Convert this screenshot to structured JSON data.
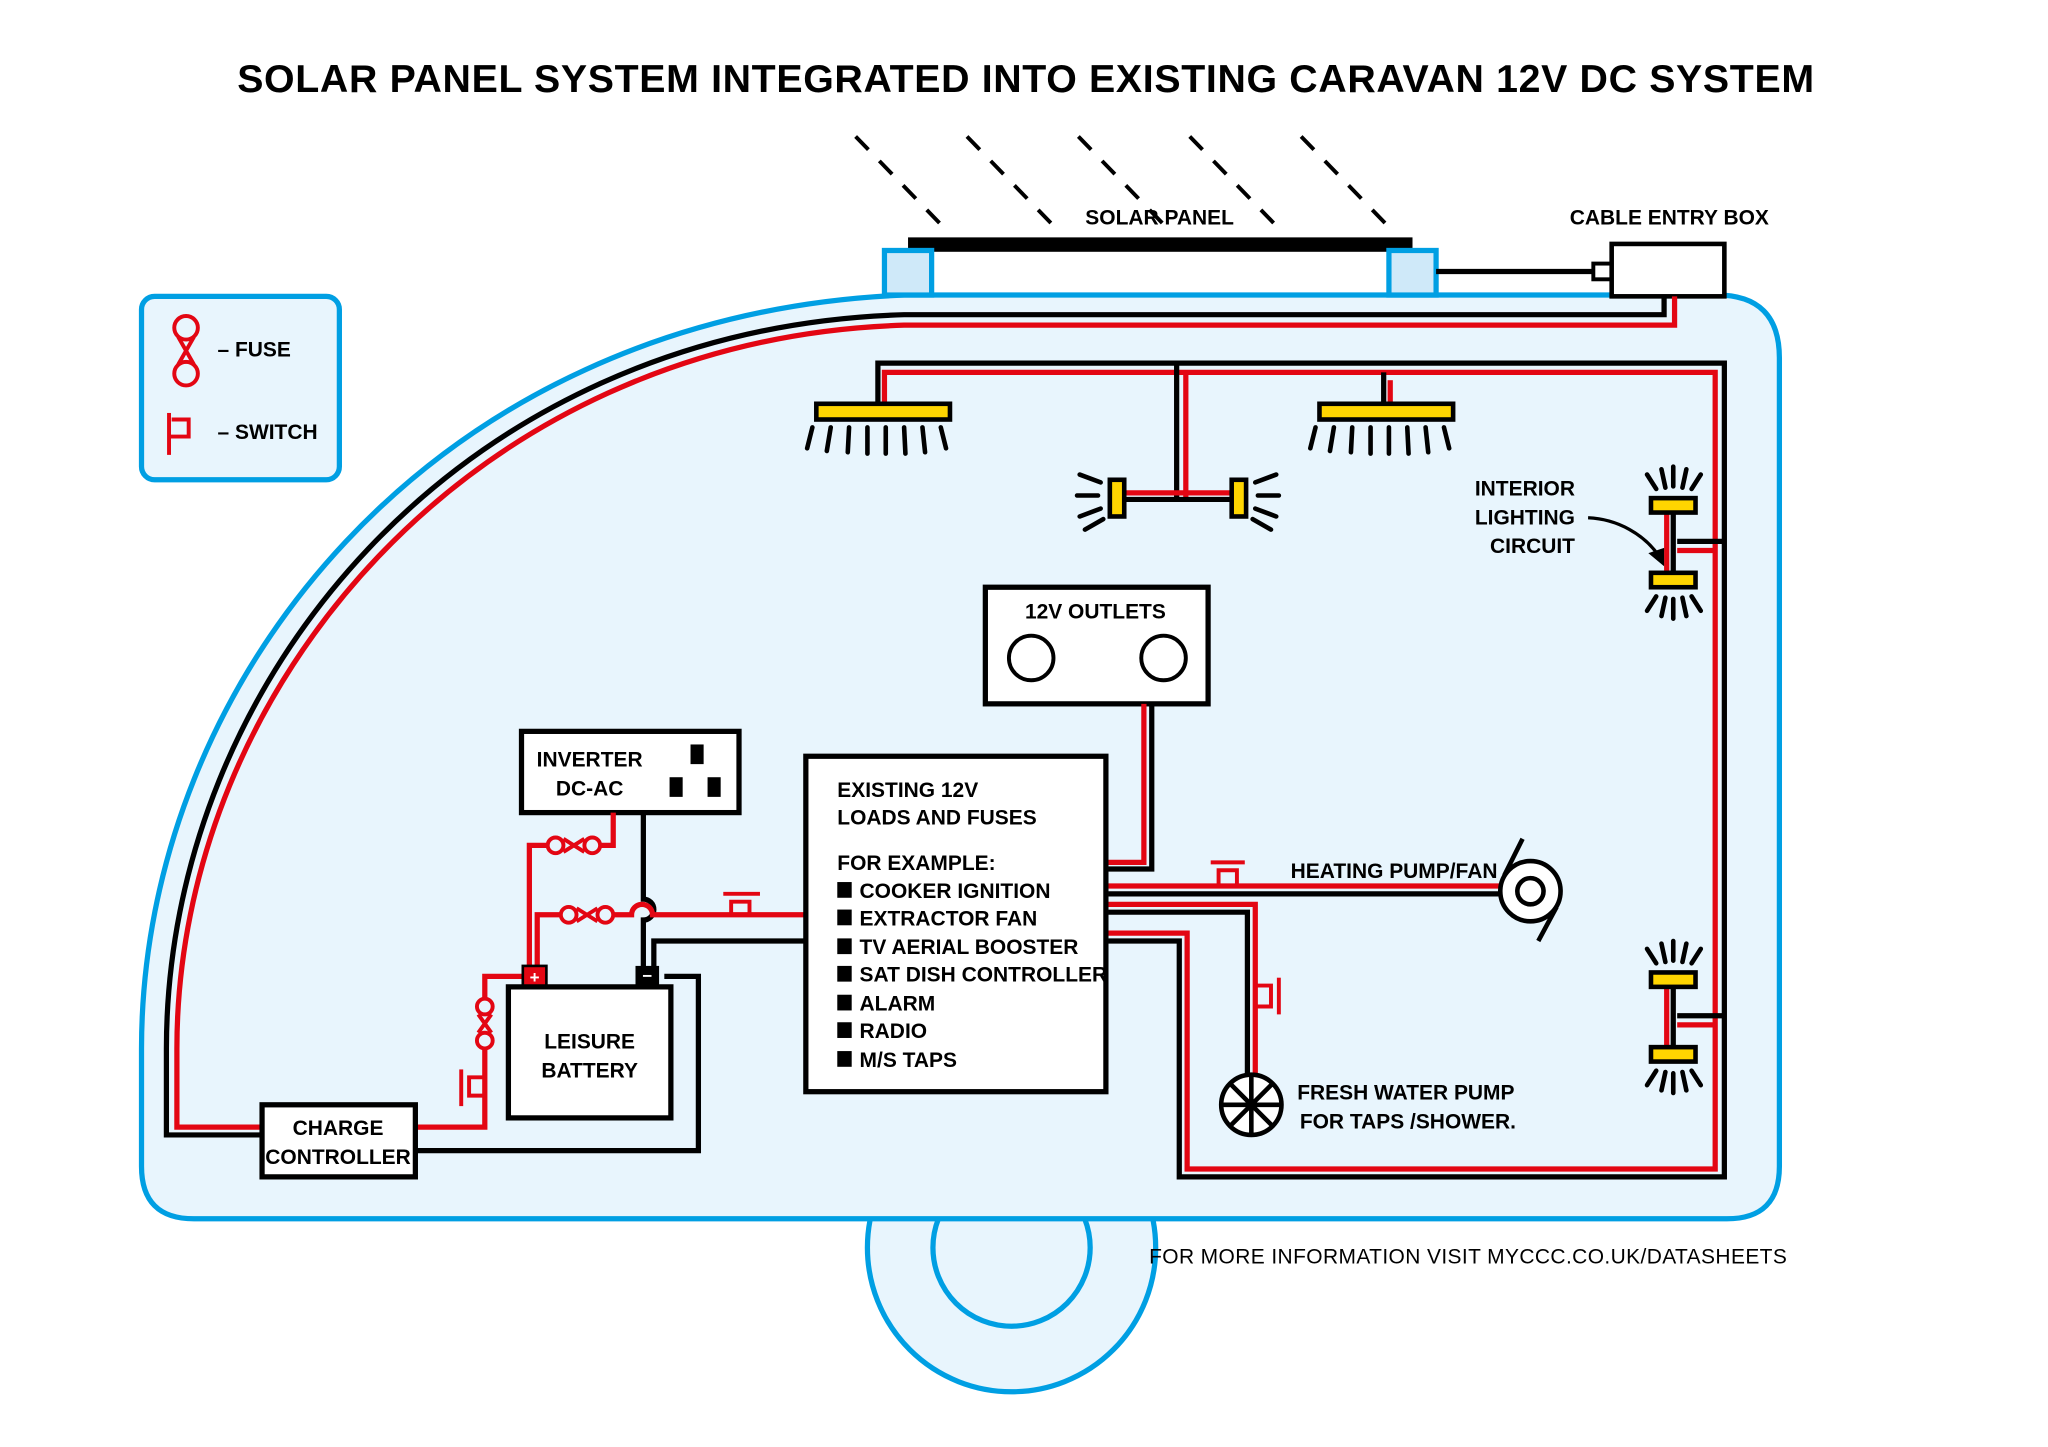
{
  "title": "SOLAR PANEL SYSTEM INTEGRATED INTO EXISTING CARAVAN 12V DC SYSTEM",
  "colors": {
    "body_outline": "#009fe3",
    "body_fill": "#e8f5fd",
    "positive_wire": "#e30613",
    "negative_wire": "#000000",
    "lamp": "#ffd500"
  },
  "legend": {
    "fuse_label": "– FUSE",
    "switch_label": "– SWITCH"
  },
  "labels": {
    "solar_panel": "SOLAR PANEL",
    "cable_entry_box": "CABLE ENTRY BOX",
    "interior_lighting": [
      "INTERIOR",
      "LIGHTING",
      "CIRCUIT"
    ],
    "outlets": "12V OUTLETS",
    "inverter": [
      "INVERTER",
      "DC-AC"
    ],
    "battery": [
      "LEISURE",
      "BATTERY"
    ],
    "battery_pos": "+",
    "battery_neg": "−",
    "charge_controller": [
      "CHARGE",
      "CONTROLLER"
    ],
    "heating": "HEATING PUMP/FAN",
    "water_pump": [
      "FRESH WATER PUMP",
      "FOR TAPS /SHOWER."
    ]
  },
  "loads_box": {
    "heading": [
      "EXISTING 12V",
      "LOADS AND FUSES"
    ],
    "subheading": "FOR EXAMPLE:",
    "items": [
      "COOKER IGNITION",
      "EXTRACTOR FAN",
      "TV AERIAL BOOSTER",
      "SAT DISH CONTROLLER",
      "ALARM",
      "RADIO",
      "M/S TAPS"
    ]
  },
  "footer": "FOR MORE INFORMATION VISIT MYCCC.CO.UK/DATASHEETS"
}
